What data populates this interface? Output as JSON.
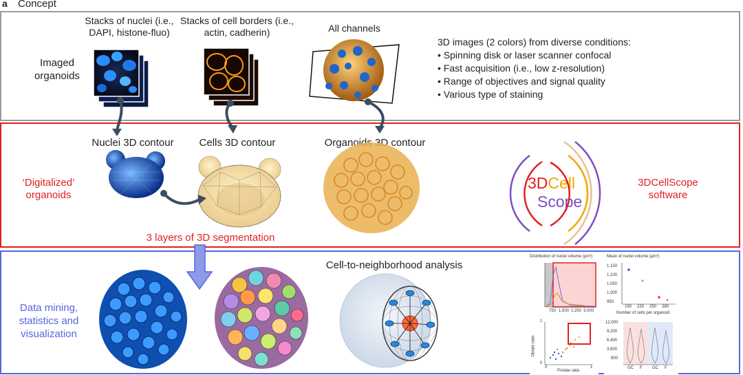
{
  "header": {
    "panel_letter": "a",
    "title": "Concept"
  },
  "row1": {
    "side_label": "Imaged organoids",
    "col1": "Stacks of nuclei (i.e., DAPI, histone-fluo)",
    "col2": "Stacks of cell borders (i.e., actin, cadherin)",
    "col3": "All channels",
    "desc_title": "3D images (2 colors) from diverse conditions:",
    "bullets": [
      "Spinning disk or laser scanner confocal",
      "Fast acquisition (i.e., low z-resolution)",
      "Range of objectives and signal quality",
      "Various type of staining"
    ]
  },
  "row2": {
    "side_label": "‘Digitalized’ organoids",
    "col1": "Nuclei 3D contour",
    "col2": "Cells 3D contour",
    "col3": "Organoids 3D contour",
    "layers_label": "3 layers of 3D segmentation",
    "logo_line1_a": "3D",
    "logo_line1_b": "Cell",
    "logo_line2": "Scope",
    "software_label": "3DCellScope software"
  },
  "row3": {
    "side_label": "Data mining, statistics and visualization",
    "neighborhood_label": "Cell-to-neighborhood analysis",
    "mini1_title": "Distribution of nuclei volume (µm³)",
    "mini1_ticks": [
      "750",
      "1,500",
      "2,250",
      "3,000"
    ],
    "mini2_title": "Mean of nuclei volume (µm³)",
    "mini2_xlabel": "Number of cells per organoid",
    "mini2_yticks": [
      "1,150",
      "1,100",
      "1,050",
      "1,000",
      "950"
    ],
    "mini2_xticks": [
      "190",
      "220",
      "250",
      "280"
    ],
    "mini3_xlabel": "Prolate ratio",
    "mini3_ylabel": "Oblate ratio",
    "mini3_yticks": [
      "1",
      "0"
    ],
    "mini3_xticks": [
      "0",
      "1"
    ],
    "mini4_yticks": [
      "12,000",
      "9,200",
      "6,400",
      "3,600",
      "800"
    ],
    "mini4_xticks": [
      "GC",
      "F",
      "GC",
      "F"
    ]
  },
  "colors": {
    "red": "#e02020",
    "blue": "#5566dd",
    "gray": "#9a9a9a",
    "purple": "#7a4fc0",
    "orange": "#f2a500"
  }
}
